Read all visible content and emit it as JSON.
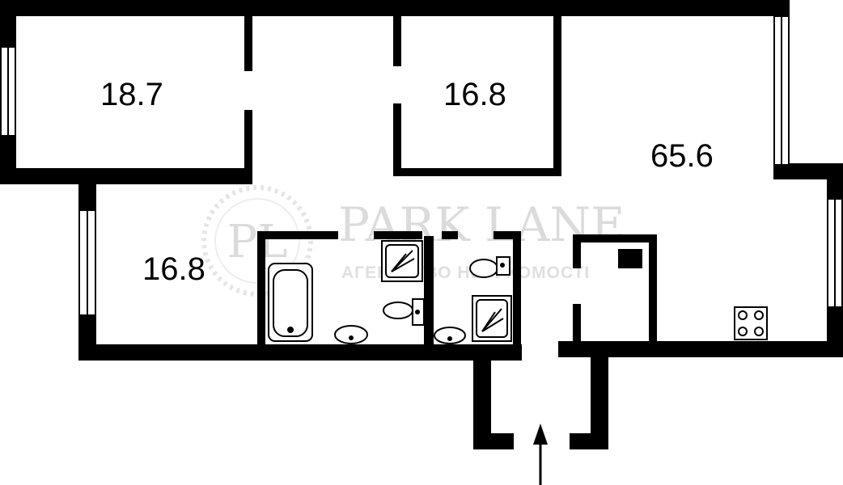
{
  "rooms": [
    {
      "name": "room-1",
      "area": "18.7"
    },
    {
      "name": "room-2",
      "area": "16.8"
    },
    {
      "name": "room-3",
      "area": "65.6"
    },
    {
      "name": "room-4",
      "area": "16.8"
    }
  ],
  "watermark": {
    "monogram": "PL",
    "brand": "PARK LANE",
    "tagline": "АГЕНТСТВО НЕРУХОМОСТІ"
  }
}
